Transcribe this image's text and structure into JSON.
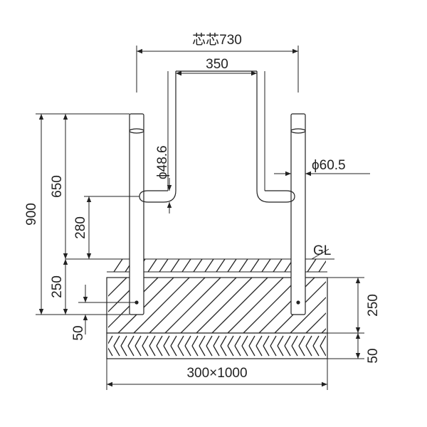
{
  "dimensions": {
    "center_to_center": "芯芯730",
    "inner_width": "350",
    "pipe_diameter_small": "ϕ48.6",
    "pipe_diameter_large": "ϕ60.5",
    "total_height": "900",
    "above_ground_height": "650",
    "bar_height": "280",
    "embed_depth_left": "250",
    "anchor_offset_left": "50",
    "concrete_depth_right": "250",
    "gravel_depth_right": "50",
    "foundation_size": "300×1000"
  },
  "labels": {
    "ground_level": "GL"
  }
}
